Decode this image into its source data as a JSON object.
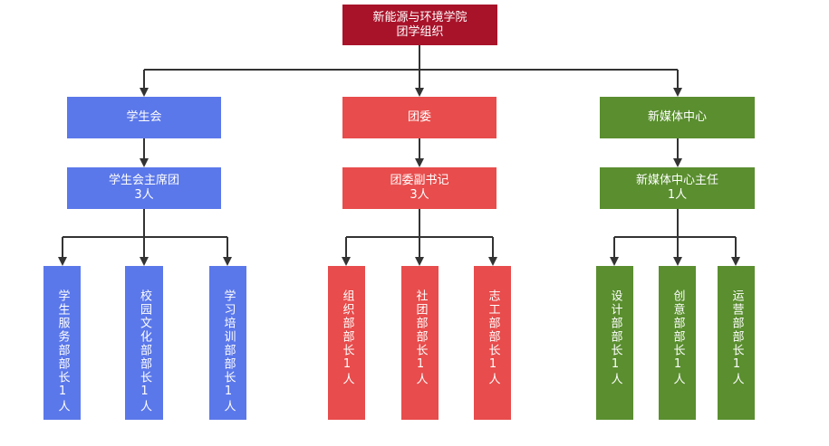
{
  "colors": {
    "root": "#A8132A",
    "blue": "#5B78EA",
    "red": "#E84C4C",
    "green": "#5A8E2F",
    "line": "#333333"
  },
  "root": {
    "label": "新能源与环境学院\n团学组织"
  },
  "branches": [
    {
      "head": "学生会",
      "sub": "学生会主席团\n3人",
      "children": [
        "学生服务部部长1人",
        "校园文化部部长1人",
        "学习培训部部长1人"
      ]
    },
    {
      "head": "团委",
      "sub": "团委副书记\n3人",
      "children": [
        "组织部部长1人",
        "社团部部长1人",
        "志工部部长1人"
      ]
    },
    {
      "head": "新媒体中心",
      "sub": "新媒体中心主任\n1人",
      "children": [
        "设计部部长1人",
        "创意部部长1人",
        "运营部部长1人"
      ]
    }
  ]
}
